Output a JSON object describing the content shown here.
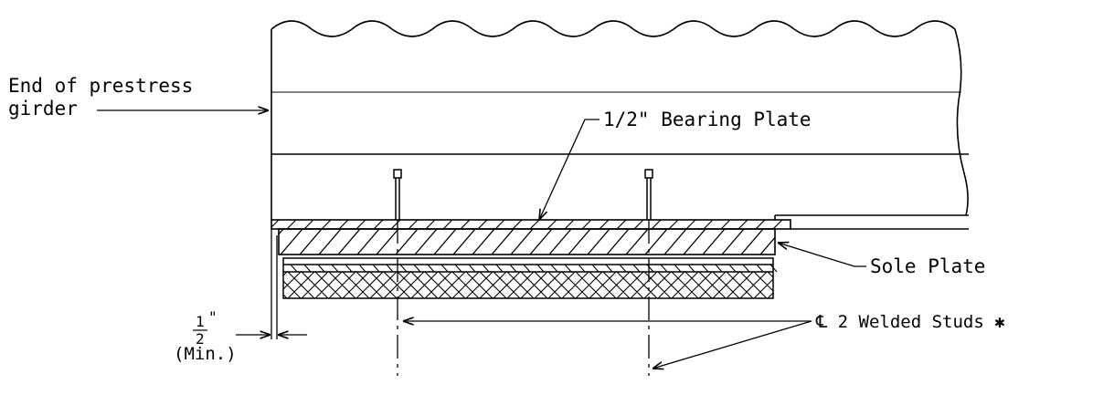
{
  "drawing": {
    "labels": {
      "girder_end_line1": "End of prestress",
      "girder_end_line2": "girder",
      "bearing_plate": "1/2\" Bearing Plate",
      "sole_plate": "Sole Plate",
      "studs": "℄ 2 Welded Studs ✱",
      "gap_numerator": "1",
      "gap_denominator": "2",
      "gap_inch_mark": "\"",
      "gap_min": "(Min.)"
    }
  }
}
